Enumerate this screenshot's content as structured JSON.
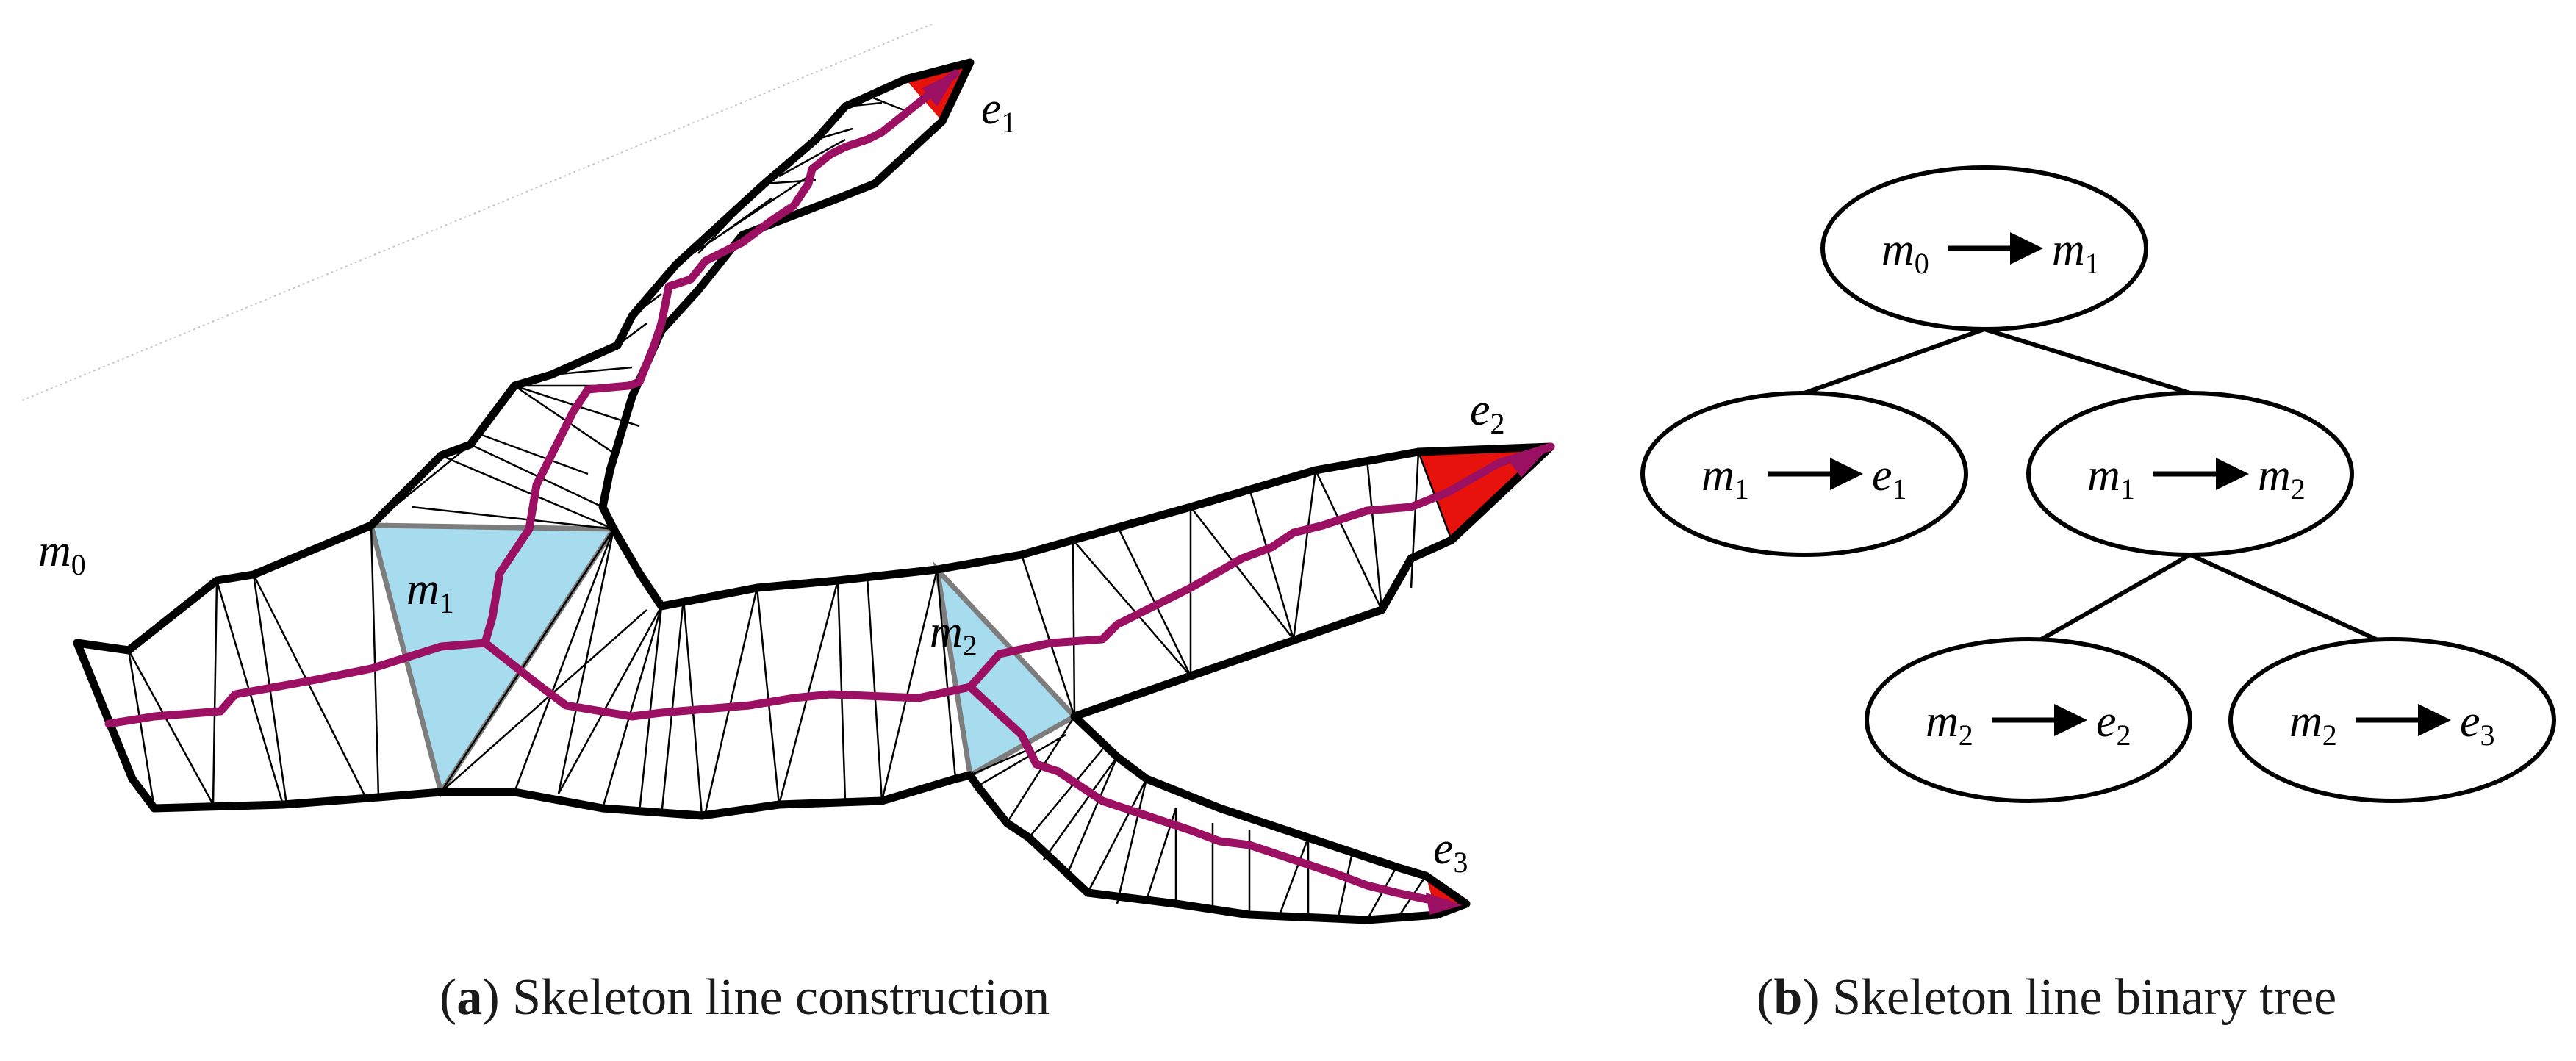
{
  "panel_a": {
    "caption_letter": "a",
    "caption_text": " Skeleton line construction",
    "labels": {
      "m0": {
        "base": "m",
        "sub": "0"
      },
      "m1": {
        "base": "m",
        "sub": "1"
      },
      "m2": {
        "base": "m",
        "sub": "2"
      },
      "e1": {
        "base": "e",
        "sub": "1"
      },
      "e2": {
        "base": "e",
        "sub": "2"
      },
      "e3": {
        "base": "e",
        "sub": "3"
      }
    },
    "colors": {
      "outline": "#000000",
      "triangulation": "#000000",
      "skeleton": "#9b1063",
      "junction_triangle": "#a7dbee",
      "end_triangle": "#e8120c"
    }
  },
  "panel_b": {
    "caption_letter": "b",
    "caption_text": " Skeleton line binary tree",
    "nodes": [
      {
        "from": {
          "base": "m",
          "sub": "0"
        },
        "to": {
          "base": "m",
          "sub": "1"
        }
      },
      {
        "from": {
          "base": "m",
          "sub": "1"
        },
        "to": {
          "base": "e",
          "sub": "1"
        }
      },
      {
        "from": {
          "base": "m",
          "sub": "1"
        },
        "to": {
          "base": "m",
          "sub": "2"
        }
      },
      {
        "from": {
          "base": "m",
          "sub": "2"
        },
        "to": {
          "base": "e",
          "sub": "2"
        }
      },
      {
        "from": {
          "base": "m",
          "sub": "2"
        },
        "to": {
          "base": "e",
          "sub": "3"
        }
      }
    ]
  },
  "caption_open": "(",
  "caption_close": ")"
}
